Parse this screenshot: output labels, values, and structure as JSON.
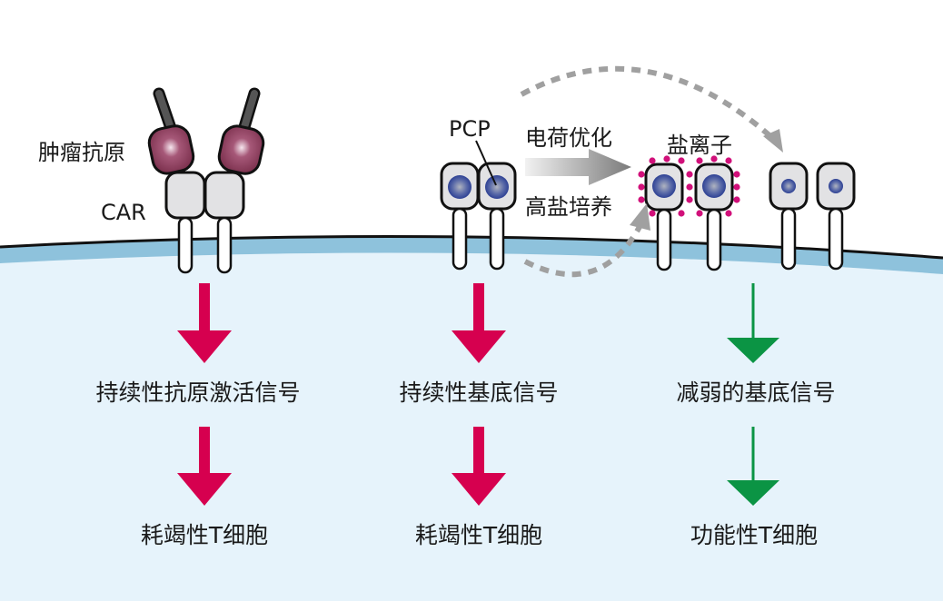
{
  "labels": {
    "tumor_antigen": "肿瘤抗原",
    "car": "CAR",
    "pcp": "PCP",
    "charge_optimization": "电荷优化",
    "high_salt_culture": "高盐培养",
    "salt_ions": "盐离子"
  },
  "columns": [
    {
      "signal": "持续性抗原激活信号",
      "outcome": "耗竭性T细胞",
      "arrow_color": "#d6004f"
    },
    {
      "signal": "持续性基底信号",
      "outcome": "耗竭性T细胞",
      "arrow_color": "#d6004f"
    },
    {
      "signal": "减弱的基底信号",
      "outcome": "功能性T细胞",
      "arrow_color": "#0b9444"
    }
  ],
  "colors": {
    "membrane_top": "#8ec2dc",
    "cytoplasm": "#e6f3fb",
    "antigen": "#8a3a5a",
    "car_head": "#e2e2e4",
    "pcp_core": "#2a3f9a",
    "salt_ion": "#d1107a",
    "dashed_arrow": "#a0a0a0"
  }
}
